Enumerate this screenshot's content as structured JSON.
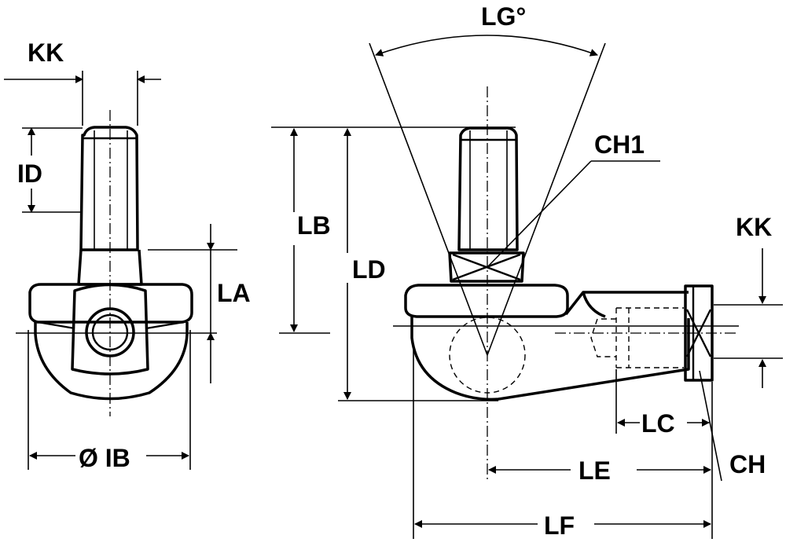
{
  "labels": {
    "kk_left": "KK",
    "id": "ID",
    "la": "LA",
    "ib": "Ø IB",
    "lb": "LB",
    "ld": "LD",
    "lg": "LG°",
    "ch1": "CH1",
    "kk_right": "KK",
    "lc": "LC",
    "le": "LE",
    "lf": "LF",
    "ch": "CH"
  }
}
